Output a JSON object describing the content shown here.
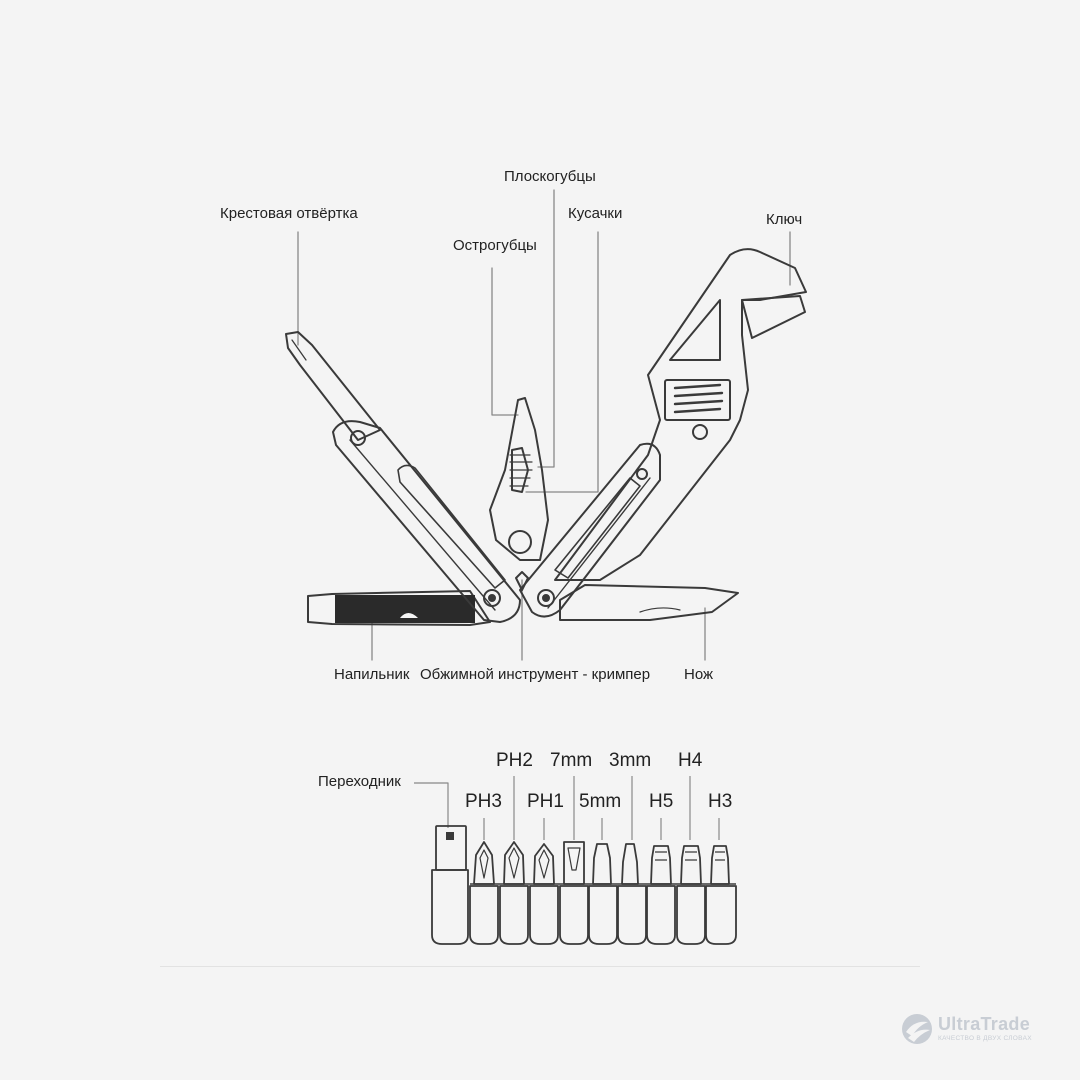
{
  "tool_labels": {
    "pliers": "Плоскогубцы",
    "screwdriver": "Крестовая отвёртка",
    "wire_cutter": "Кусачки",
    "wrench": "Ключ",
    "needle_nose": "Острогубцы",
    "file": "Напильник",
    "crimper": "Обжимной инструмент - кримпер",
    "knife": "Нож"
  },
  "bit_labels": {
    "adapter": "Переходник",
    "ph3": "PH3",
    "ph2": "PH2",
    "ph1": "PH1",
    "slot7": "7mm",
    "slot5": "5mm",
    "slot3": "3mm",
    "h5": "H5",
    "h4": "H4",
    "h3": "H3"
  },
  "watermark": {
    "name": "UltraTrade",
    "tagline": "КАЧЕСТВО В ДВУХ СЛОВАХ"
  },
  "colors": {
    "line": "#3a3a3a",
    "background": "#f4f4f4",
    "watermark": "#c8cdd4"
  }
}
